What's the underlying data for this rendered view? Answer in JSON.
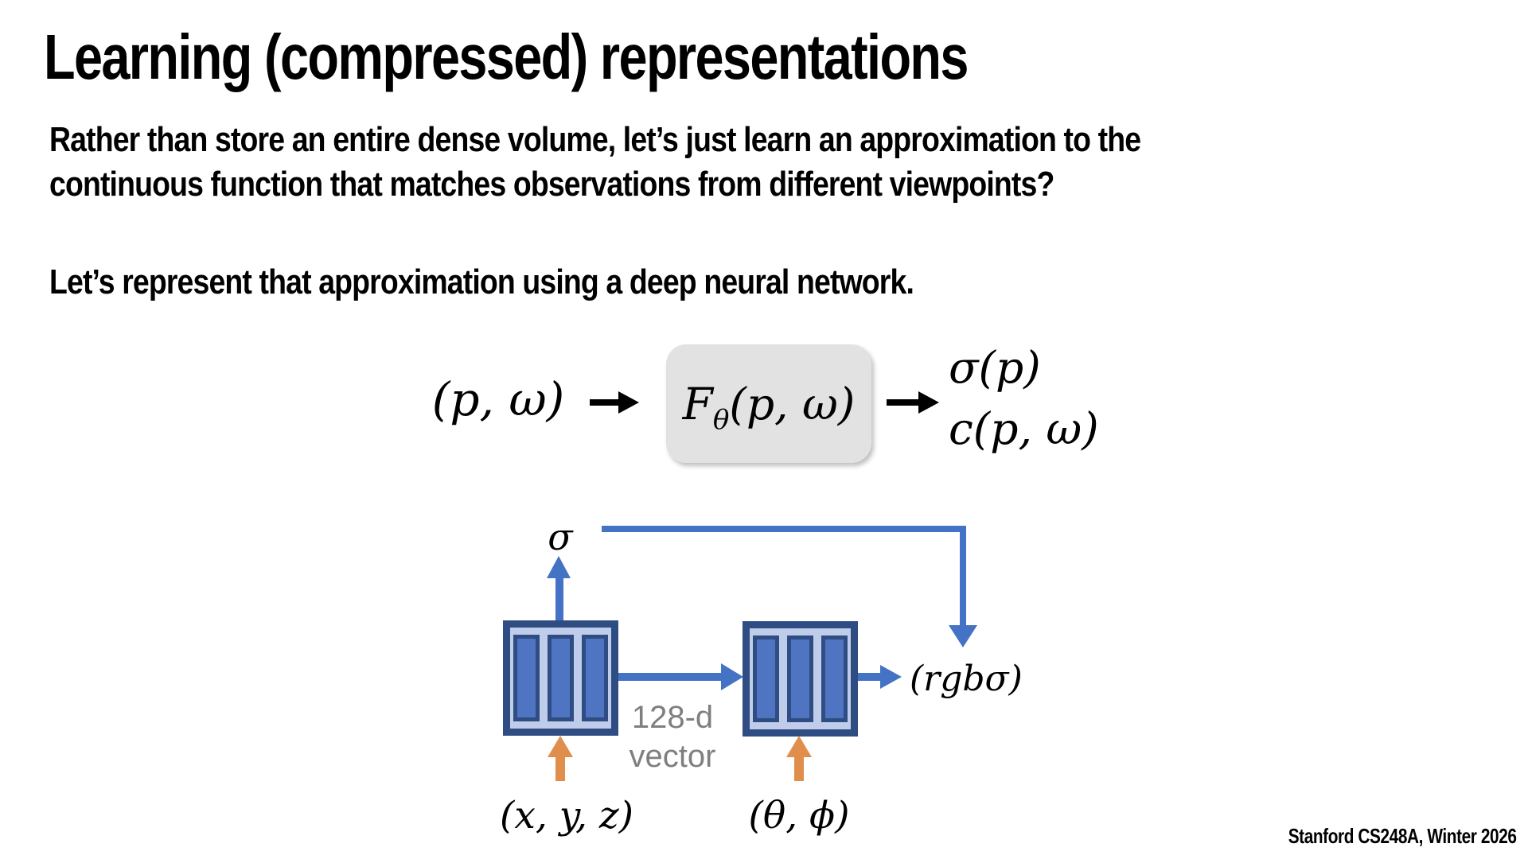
{
  "slide": {
    "title": "Learning (compressed) representations",
    "paragraph1_line1": "Rather than store an entire dense volume, let’s just learn an approximation to the",
    "paragraph1_line2": "continuous function that matches observations from different viewpoints?",
    "paragraph2": "Let’s represent that approximation using a deep neural network.",
    "footer": "Stanford CS248A, Winter 2026"
  },
  "formula": {
    "input": "(p, ω)",
    "network": {
      "name": "F",
      "subscript": "θ",
      "args": "(p, ω)"
    },
    "output_line1": "σ(p)",
    "output_line2": "c(p, ω)"
  },
  "diagram": {
    "sigma_label": "σ",
    "hidden_vector_label_line1": "128-d",
    "hidden_vector_label_line2": "vector",
    "output_label": "(rgbσ)",
    "mlp1_input_label": "(x, y, z)",
    "mlp2_input_label": "(θ, ϕ)"
  },
  "colors": {
    "arrow-blue": "#4472C4",
    "block-dark": "#2F4D82",
    "block-mid": "#4F74C2",
    "block-light": "#BFCDEA",
    "arrow-orange": "#E08E4C",
    "muted-gray": "#7F7F7F",
    "box-gray": "#E2E2E2"
  }
}
